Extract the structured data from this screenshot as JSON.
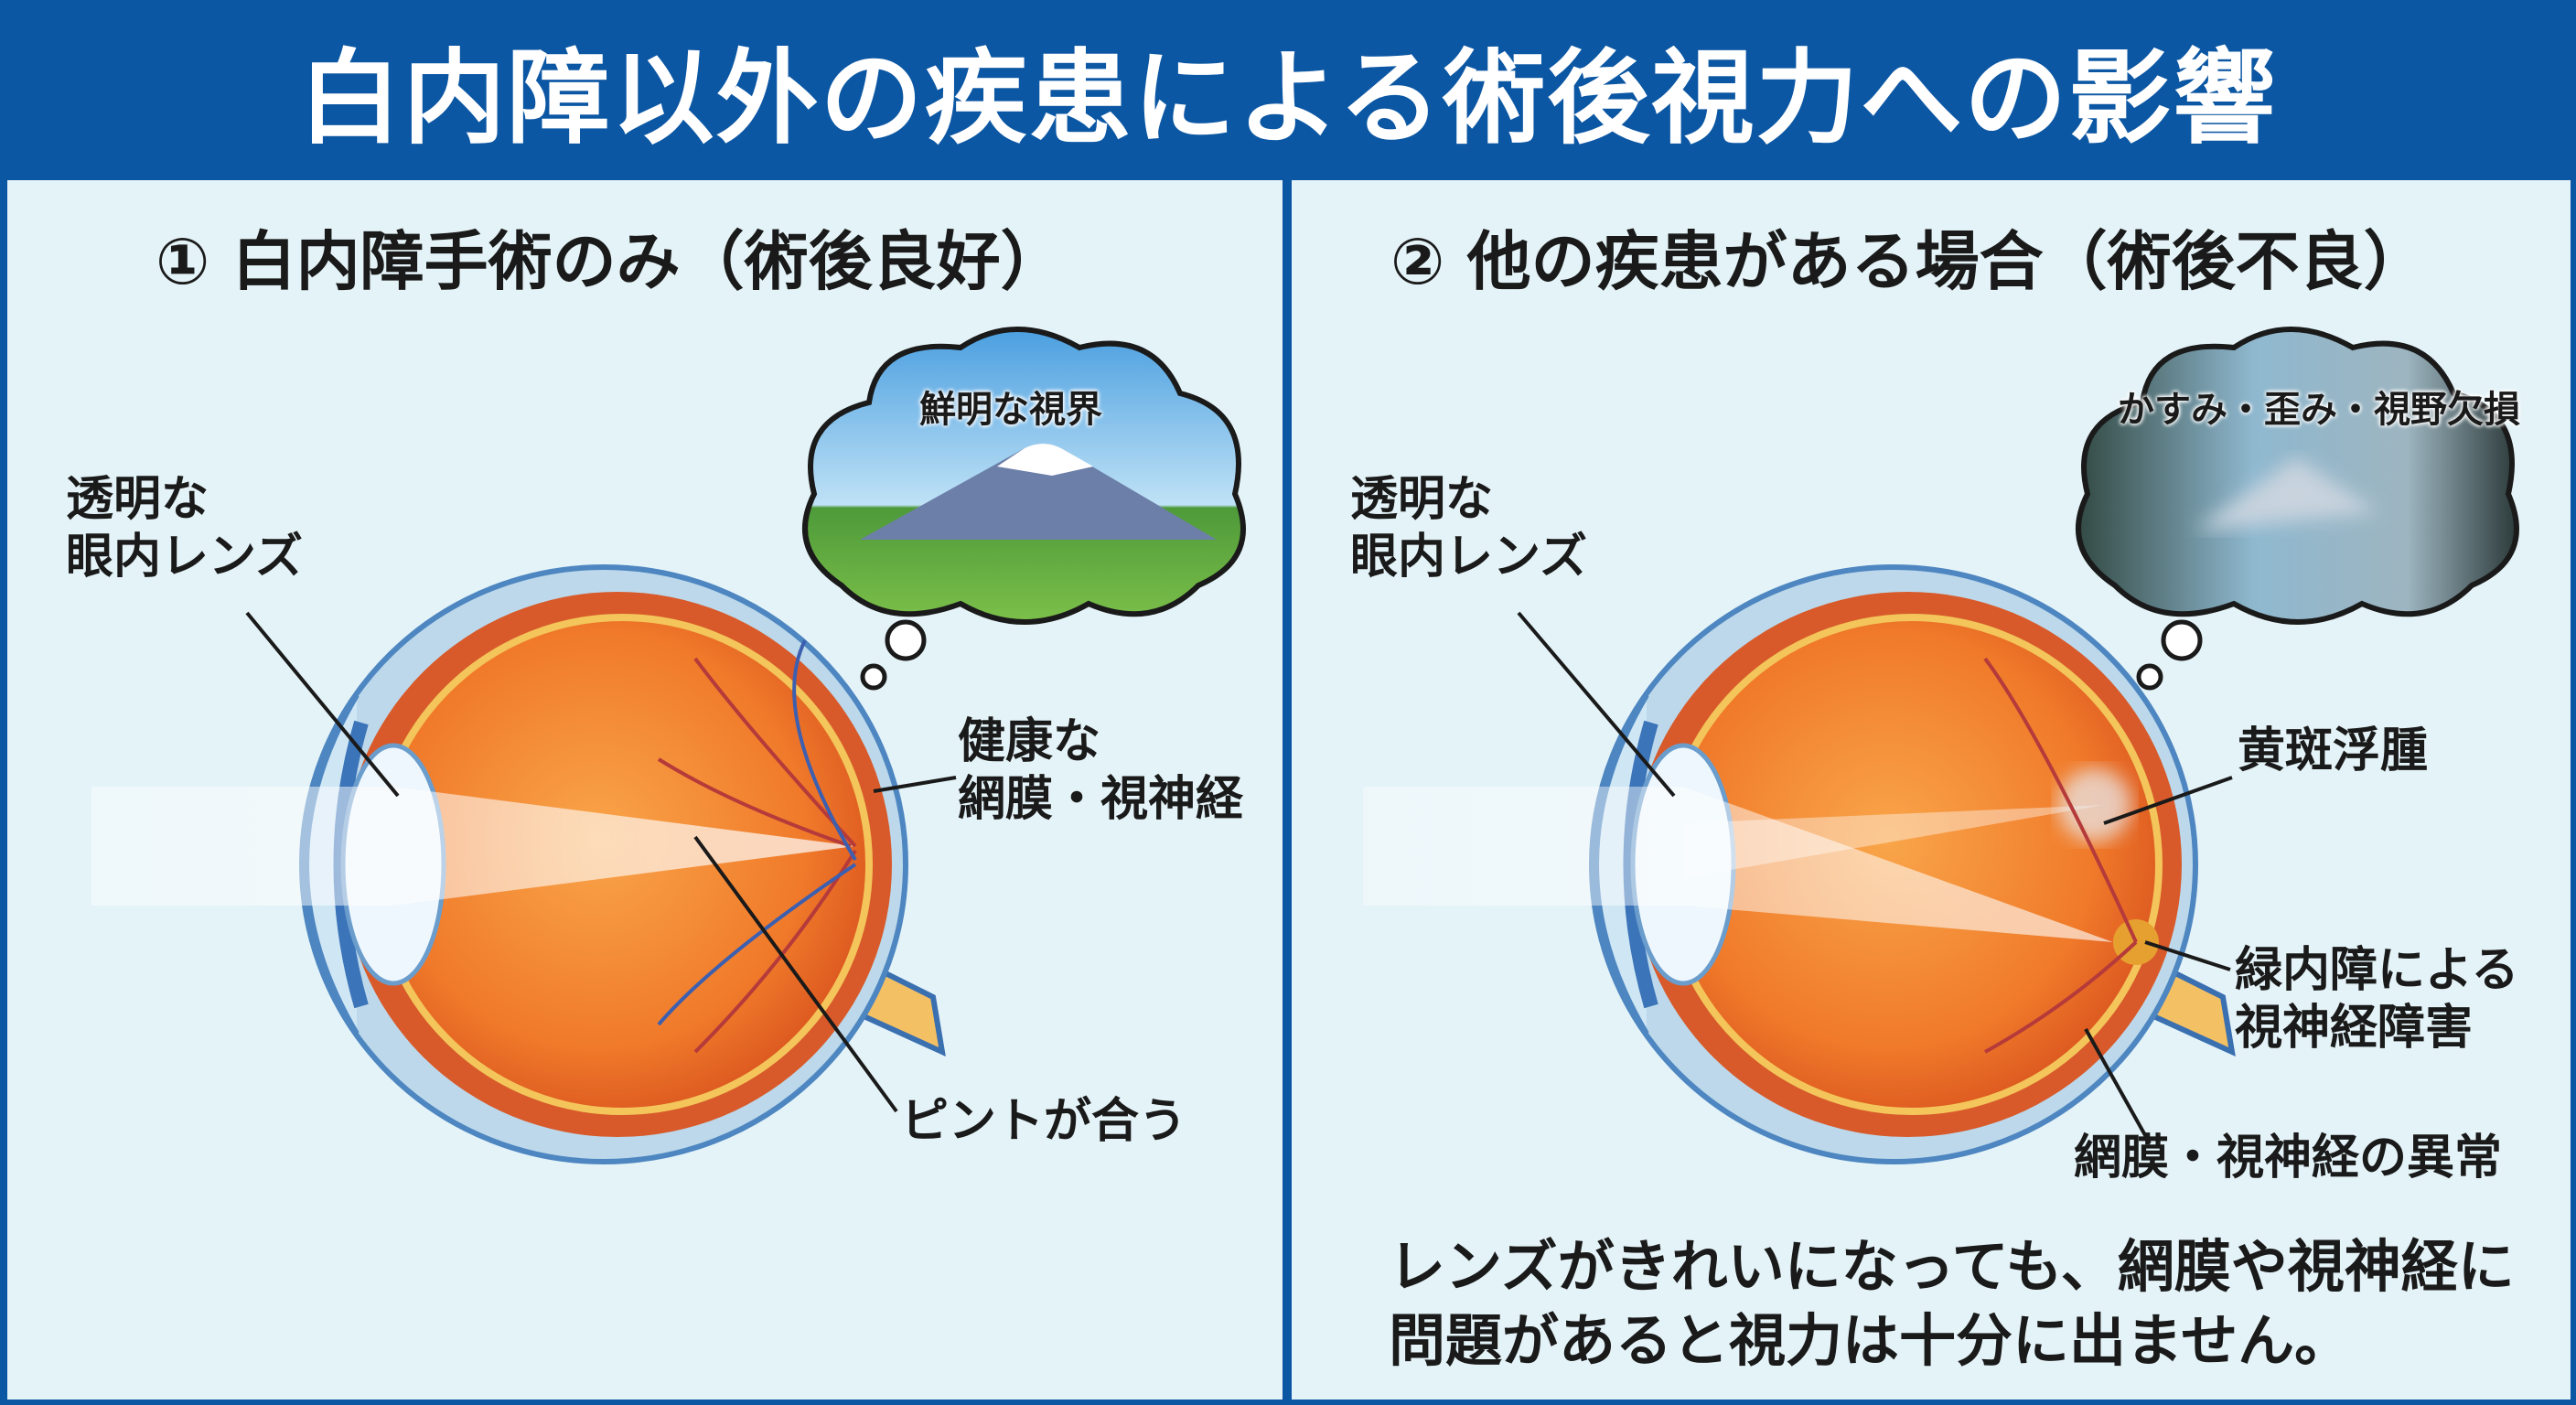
{
  "title": "白内障以外の疾患による術後視力への影響",
  "left": {
    "heading": "① 白内障手術のみ（術後良好）",
    "cloud": "鮮明な視界",
    "lens_label": [
      "透明な",
      "眼内レンズ"
    ],
    "retina_label": [
      "健康な",
      "網膜・視神経"
    ],
    "focus_label": "ピントが合う"
  },
  "right": {
    "heading": "② 他の疾患がある場合（術後不良）",
    "cloud": "かすみ・歪み・視野欠損",
    "lens_label": [
      "透明な",
      "眼内レンズ"
    ],
    "macula_label": "黄斑浮腫",
    "glaucoma_label": [
      "緑内障による",
      "視神経障害"
    ],
    "abnormal_label": "網膜・視神経の異常",
    "note": [
      "レンズがきれいになっても、網膜や視神経に",
      "問題があると視力は十分に出ません。"
    ]
  },
  "colors": {
    "header": "#0c57a3",
    "panel": "#e4f3f8",
    "eye": "#f07a2a"
  }
}
